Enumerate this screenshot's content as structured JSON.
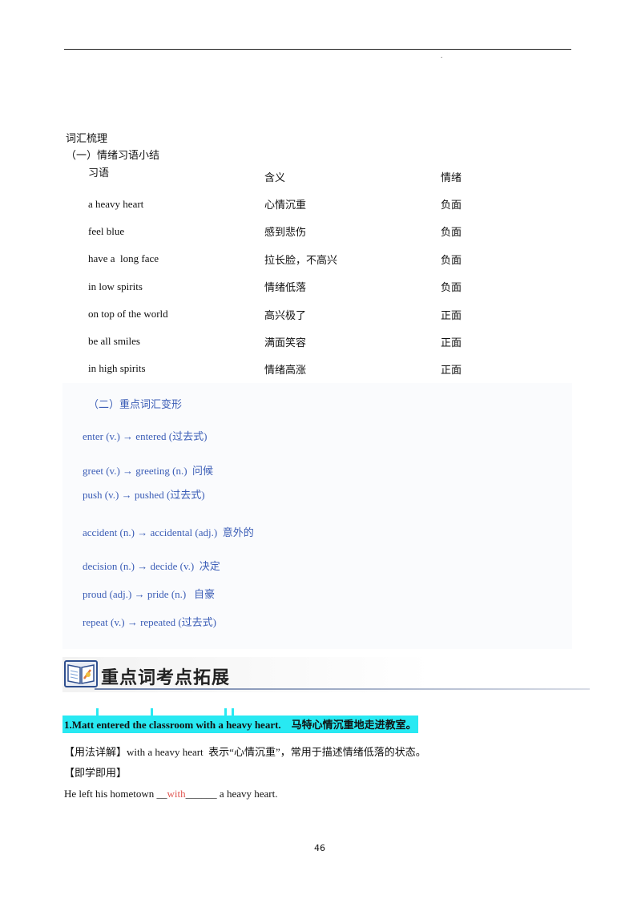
{
  "header": {
    "dot": "."
  },
  "section": {
    "title": "词汇梳理",
    "subtitle": "（一）情绪习语小结"
  },
  "idiom_table": {
    "headers": [
      "习语",
      "含义",
      "情绪"
    ],
    "rows": [
      {
        "idiom": "a heavy heart",
        "meaning": "心情沉重",
        "emotion": "负面"
      },
      {
        "idiom": "feel blue",
        "meaning": "感到悲伤",
        "emotion": "负面"
      },
      {
        "idiom": "have a  long face",
        "meaning": "拉长脸，不高兴",
        "emotion": "负面"
      },
      {
        "idiom": "in low spirits",
        "meaning": "情绪低落",
        "emotion": "负面"
      },
      {
        "idiom": "on top of the world",
        "meaning": "高兴极了",
        "emotion": "正面"
      },
      {
        "idiom": "be all smiles",
        "meaning": "满面笑容",
        "emotion": "正面"
      },
      {
        "idiom": "in high spirits",
        "meaning": "情绪高涨",
        "emotion": "正面"
      }
    ]
  },
  "word_forms": {
    "title": "（二）重点词汇变形",
    "items": [
      "enter (v.) → entered (过去式)",
      "greet (v.) → greeting (n.)  问候",
      "push (v.) → pushed (过去式)",
      "accident (n.) → accidental (adj.)  意外的",
      "decision (n.) → decide (v.)  决定",
      "proud (adj.) → pride (n.)   自豪",
      "repeat (v.) → repeated (过去式)"
    ]
  },
  "banner": {
    "title": "重点词考点拓展",
    "icon": "book-icon"
  },
  "example": {
    "sentence": "1.Matt entered the classroom with a heavy heart.    马特心情沉重地走进教室。",
    "highlight_color": "#28e9f2"
  },
  "usage": {
    "label": "【用法详解】",
    "text": "with a heavy heart  表示“心情沉重”，常用于描述情绪低落的状态。"
  },
  "practice": {
    "label": "【即学即用】",
    "before": "He left his hometown __",
    "answer": "with",
    "after": "______ a heavy heart."
  },
  "page": {
    "number": "46"
  },
  "colors": {
    "blue_text": "#3b5db6",
    "answer_red": "#e0544f"
  }
}
